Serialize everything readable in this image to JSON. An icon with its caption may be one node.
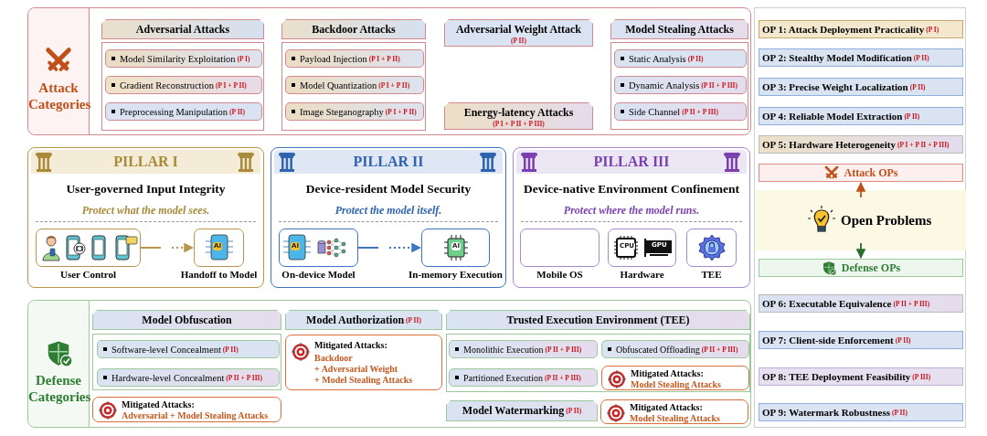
{
  "diagram": {
    "nodes": [
      {
        "text": [
          "Attack Categories"
        ]
      },
      {
        "text": [
          "Adversarial Attacks"
        ],
        "in": 0
      },
      {
        "text": [],
        "shape": "box",
        "in": 0
      },
      {
        "text": [
          "Model Similarity Exploitation",
          "(P I)"
        ],
        "in": 2
      },
      {
        "text": [
          "Gradient Reconstruction",
          "(P I + P II)"
        ],
        "in": 2
      },
      {
        "text": [
          "Preprocessing Manipulation",
          "(P II)"
        ],
        "in": 2
      },
      {
        "text": [
          "Backdoor Attacks"
        ],
        "in": 0
      },
      {
        "text": [],
        "shape": "box",
        "in": 0
      },
      {
        "text": [
          "Payload Injection",
          "(P I + P II)"
        ],
        "in": 7
      },
      {
        "text": [
          "Model Quantization",
          "(P I + P II)"
        ],
        "in": 7
      },
      {
        "text": [
          "Image Steganography",
          "(P I + P II)"
        ],
        "in": 7
      },
      {
        "text": [
          "Adversarial Weight Attack",
          "(P II)"
        ],
        "in": 0
      },
      {
        "text": [
          "Energy-latency Attacks",
          "(P I + P II + P III)"
        ],
        "in": 0
      },
      {
        "text": [
          "Model Stealing Attacks"
        ],
        "in": 0
      },
      {
        "text": [],
        "shape": "box",
        "in": 0
      },
      {
        "text": [
          "Static Analysis",
          "(P II)"
        ],
        "in": 14
      },
      {
        "text": [
          "Dynamic Analysis",
          "(P II + P III)"
        ],
        "in": 14
      },
      {
        "text": [
          "Side Channel",
          "(P II + P III)"
        ],
        "in": 14
      },
      {
        "text": [],
        "shape": "box"
      },
      {
        "text": [
          "OP 1: Attack Deployment Practicality",
          "(P I)"
        ],
        "in": 18
      },
      {
        "text": [
          "OP 2: Stealthy Model Modification",
          "(P II)"
        ],
        "in": 18
      },
      {
        "text": [
          "OP 3: Precise Weight Localization",
          "(P II)"
        ],
        "in": 18
      },
      {
        "text": [
          "OP 4: Reliable Model Extraction",
          "(P II)"
        ],
        "in": 18
      },
      {
        "text": [
          "OP 5: Hardware Heterogeneity",
          "(P I + P II + P III)"
        ],
        "in": 18
      },
      {
        "text": [
          "Attack OPs"
        ],
        "in": 18
      },
      {
        "text": [
          "Open Problems"
        ],
        "in": 18
      },
      {
        "text": [
          "Defense OPs"
        ],
        "in": 18
      },
      {
        "text": [
          "OP 6: Executable Equivalence",
          "(P II + P III)"
        ],
        "in": 18
      },
      {
        "text": [
          "OP 7: Client-side Enforcement",
          "(P II)"
        ],
        "in": 18
      },
      {
        "text": [
          "OP 8: TEE Deployment Feasibility",
          "(P III)"
        ],
        "in": 18
      },
      {
        "text": [
          "OP 9: Watermark Robustness",
          "(P II)"
        ],
        "in": 18
      },
      {
        "text": [
          "PILLAR I",
          "User-governed Input Integrity",
          "Protect what the model sees."
        ]
      },
      {
        "text": [
          "User Control"
        ],
        "in": 31
      },
      {
        "text": [
          "Handoff to Model"
        ],
        "in": 31
      },
      {
        "text": [
          "PILLAR II",
          "Device-resident Model Security",
          "Protect the model itself."
        ]
      },
      {
        "text": [
          "On-device Model"
        ],
        "in": 34
      },
      {
        "text": [
          "In-memory Execution"
        ],
        "in": 34
      },
      {
        "text": [
          "PILLAR III",
          "Device-native Environment Confinement",
          "Protect where the model runs."
        ]
      },
      {
        "text": [
          "Mobile OS"
        ],
        "in": 37
      },
      {
        "text": [
          "Hardware"
        ],
        "in": 37
      },
      {
        "text": [
          "TEE"
        ],
        "in": 37
      },
      {
        "text": [
          "Defense Categories"
        ]
      },
      {
        "text": [
          "Model Obfuscation"
        ],
        "in": 41
      },
      {
        "text": [],
        "shape": "box",
        "in": 41
      },
      {
        "text": [
          "Software-level Concealment",
          "(P II)"
        ],
        "in": 43
      },
      {
        "text": [
          "Hardware-level Concealment",
          "(P II + P III)"
        ],
        "in": 43
      },
      {
        "text": [
          "Mitigated Attacks:",
          "Adversarial + Model Stealing Attacks"
        ],
        "in": 41
      },
      {
        "text": [
          "Model Authorization",
          "(P II)"
        ],
        "in": 41
      },
      {
        "text": [
          "Mitigated Attacks:",
          "Backdoor",
          "+ Adversarial Weight",
          "+ Model Stealing Attacks"
        ],
        "in": 41
      },
      {
        "text": [
          "Trusted Execution Environment (TEE)"
        ],
        "in": 41
      },
      {
        "text": [],
        "shape": "box",
        "in": 41
      },
      {
        "text": [
          "Monolithic Execution",
          "(P II + P III)"
        ],
        "in": 50
      },
      {
        "text": [
          "Obfuscated Offloading",
          "(P II + P III)"
        ],
        "in": 50
      },
      {
        "text": [
          "Partitioned Execution",
          "(P II + P III)"
        ],
        "in": 50
      },
      {
        "text": [
          "Mitigated Attacks:",
          "Model Stealing Attacks"
        ],
        "in": 50
      },
      {
        "text": [
          "Model Watermarking",
          "(P II)"
        ],
        "in": 41
      },
      {
        "text": [
          "Mitigated Attacks:",
          "Model Stealing Attacks"
        ],
        "in": 41
      }
    ],
    "edges": [
      {
        "from": 32,
        "to": 33,
        "arrow": "to",
        "style": "dashed",
        "color": "#b8964a"
      },
      {
        "from": 35,
        "to": 36,
        "arrow": "to",
        "style": "dashed",
        "color": "#3e74c0"
      },
      {
        "from": 25,
        "to": 24,
        "arrow": "to",
        "color": "#c0501a"
      },
      {
        "from": 25,
        "to": 26,
        "arrow": "to",
        "color": "#2e6b30"
      }
    ],
    "labels": [
      "AI",
      "AI",
      "AI",
      "CPU",
      "GPU"
    ]
  }
}
